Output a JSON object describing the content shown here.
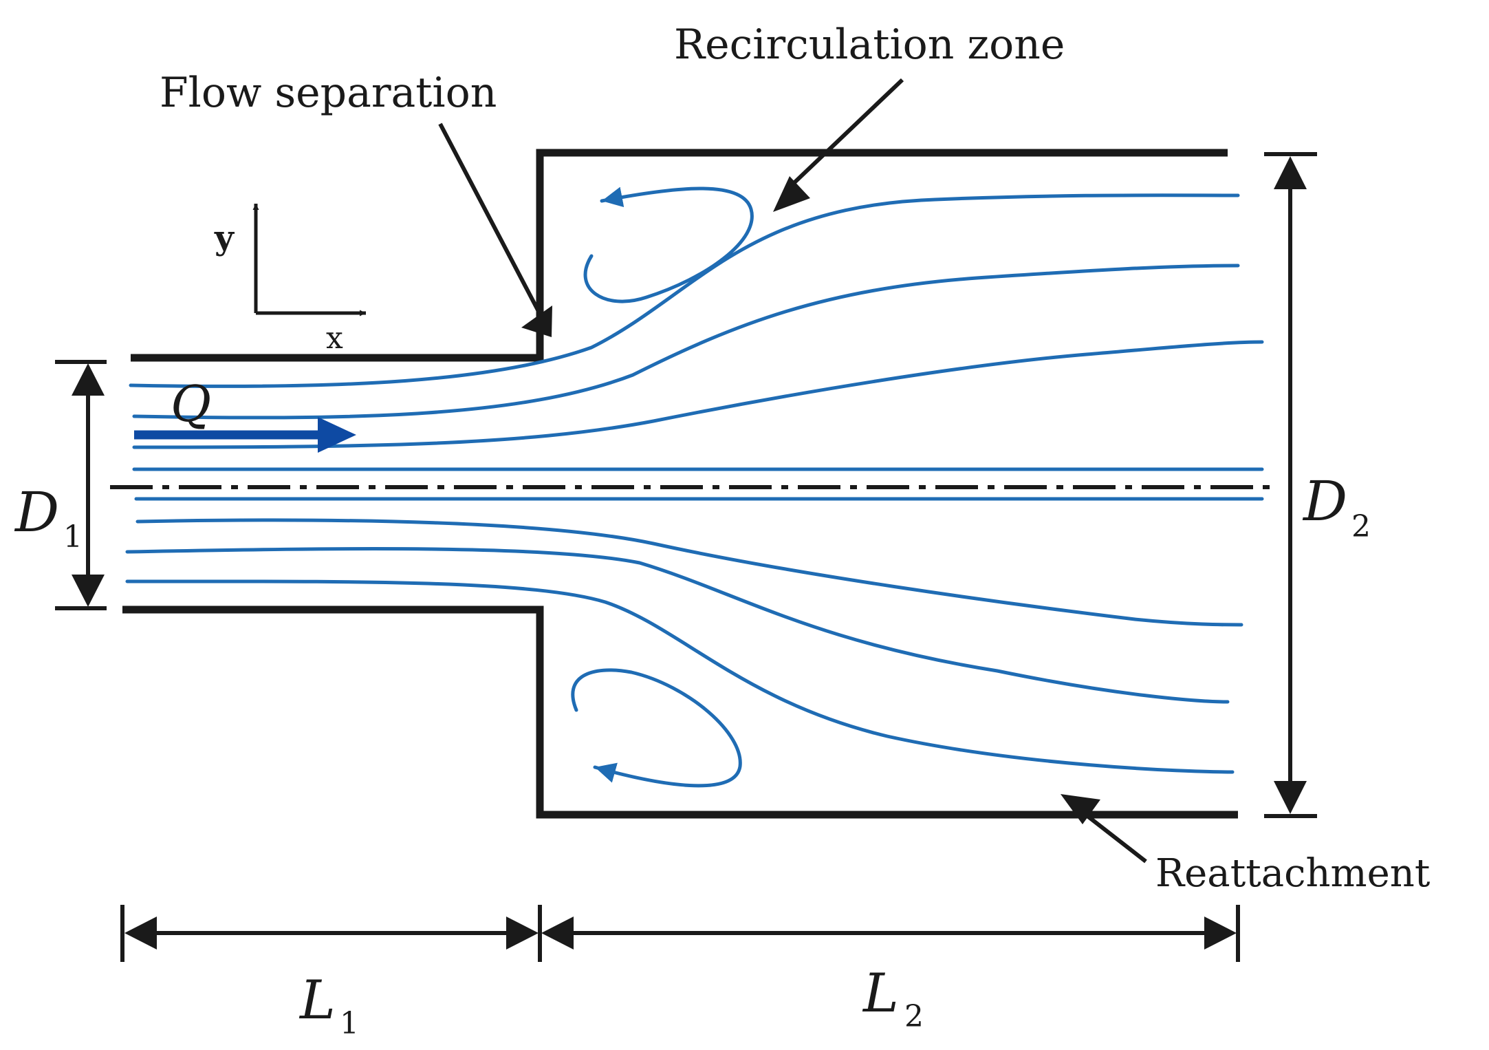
{
  "labels": {
    "recirculation": "Recirculation zone",
    "separation": "Flow separation",
    "reattachment": "Reattachment",
    "flow": "Q",
    "axis_y": "y",
    "axis_x": "x",
    "d1_main": "D",
    "d1_sub": "1",
    "d2_main": "D",
    "d2_sub": "2",
    "l1_main": "L",
    "l1_sub": "1",
    "l2_main": "L",
    "l2_sub": "2"
  },
  "colors": {
    "wall": "#1a1a1a",
    "streamline": "#1f6cb4",
    "flow_arrow": "#0e4aa3"
  }
}
